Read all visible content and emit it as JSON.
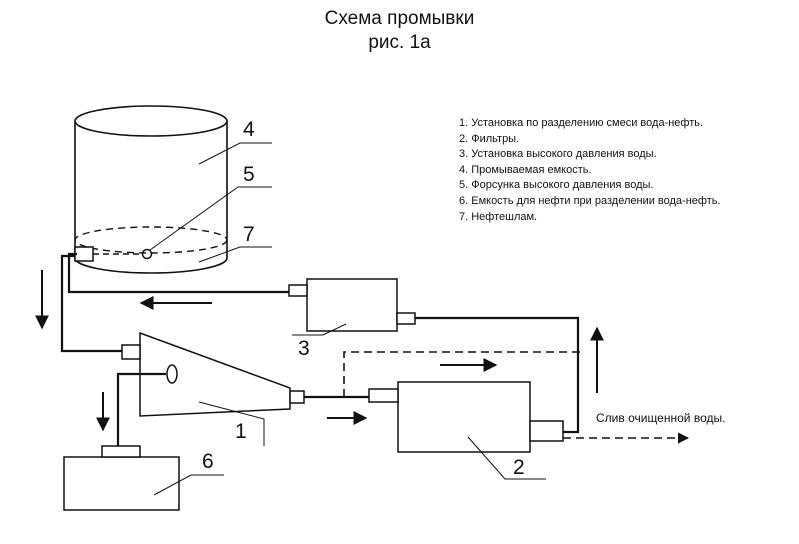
{
  "title": {
    "line1": "Схема промывки",
    "line2": "рис. 1а"
  },
  "legend": [
    "1. Установка по разделению смеси вода-нефть.",
    "2. Фильтры.",
    "3. Установка высокого давления воды.",
    "4. Промываемая емкость.",
    "5. Форсунка высокого давления воды.",
    "6. Емкость для нефти при разделении вода-нефть.",
    "7. Нефтешлам."
  ],
  "labels": {
    "n1": "1",
    "n2": "2",
    "n3": "3",
    "n4": "4",
    "n5": "5",
    "n6": "6",
    "n7": "7"
  },
  "outlet_caption": "Слив очищенной воды."
}
